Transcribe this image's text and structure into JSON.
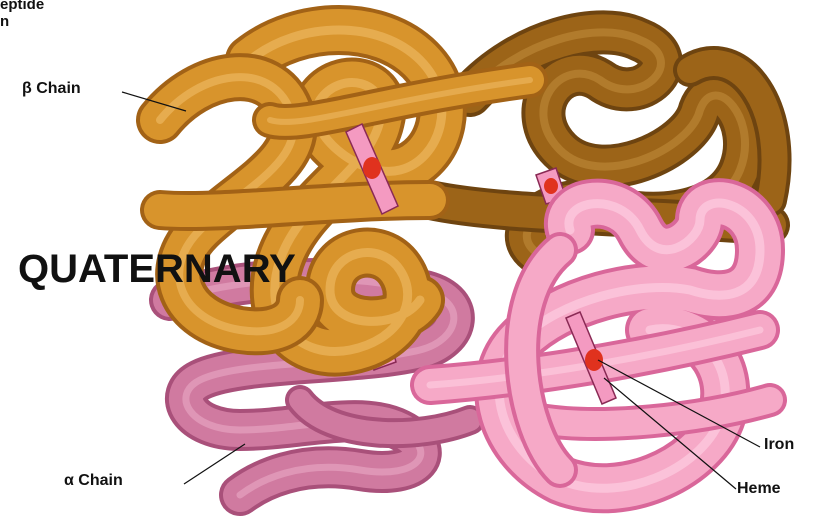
{
  "diagram": {
    "top_left_cut_text": "eptide\nn",
    "heading": "QUATERNARY",
    "labels": {
      "beta_chain": "β Chain",
      "alpha_chain": "α Chain",
      "iron": "Iron",
      "heme": "Heme"
    },
    "colors": {
      "beta_front": "#D8942C",
      "beta_back": "#9C6418",
      "alpha_back": "#D07AA0",
      "alpha_front": "#F6A9C7",
      "heme_plate": "#F49AC1",
      "iron": "#E0321E",
      "text": "#111111"
    }
  }
}
